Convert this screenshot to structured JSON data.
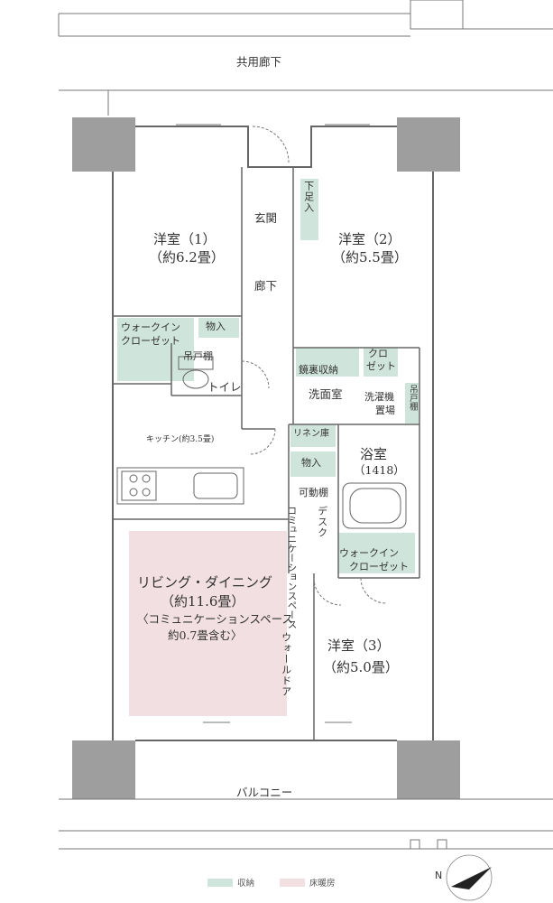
{
  "labels": {
    "corridor": "共用廊下",
    "balcony": "バルコニー",
    "room1_name": "洋室（1）",
    "room1_size": "（約6.2畳）",
    "room2_name": "洋室（2）",
    "room2_size": "（約5.5畳）",
    "room3_name": "洋室（3）",
    "room3_size": "（約5.0畳）",
    "entrance": "玄関",
    "shoe_box": "下足入",
    "hallway": "廊下",
    "storage1": "物入",
    "storage2": "物入",
    "wic1_line1": "ウォークイン",
    "wic1_line2": "クローゼット",
    "wic2_line1": "ウォークイン",
    "wic2_line2": "クローゼット",
    "hanging_shelf": "吊戸棚",
    "toilet": "トイレ",
    "mirror_storage": "鏡裏収納",
    "closet_line1": "クロ",
    "closet_line2": "ゼット",
    "washroom": "洗面室",
    "laundry_line1": "洗濯機",
    "laundry_line2": "置場",
    "hanging_shelf2": "吊戸棚",
    "linen": "リネン庫",
    "bath_name": "浴室",
    "bath_size": "（1418）",
    "kitchen": "キッチン(約3.5畳)",
    "movable_shelf": "可動棚",
    "desk": "デスク",
    "comm_space": "コミュニケーションスペース",
    "ldk_name": "リビング・ダイニング",
    "ldk_size": "（約11.6畳）",
    "ldk_note1": "〈コミュニケーションスペース",
    "ldk_note2": "約0.7畳含む〉",
    "wall_door": "ウォールドア"
  },
  "legend": [
    {
      "label": "収納",
      "color": "#cfe4da"
    },
    {
      "label": "床暖房",
      "color": "#f2dfe1"
    }
  ],
  "compass": {
    "label": "N"
  },
  "colors": {
    "storage": "#cfe4da",
    "floor_heating": "#f2dfe1",
    "wall": "#9a9a9a",
    "line": "#555555"
  }
}
